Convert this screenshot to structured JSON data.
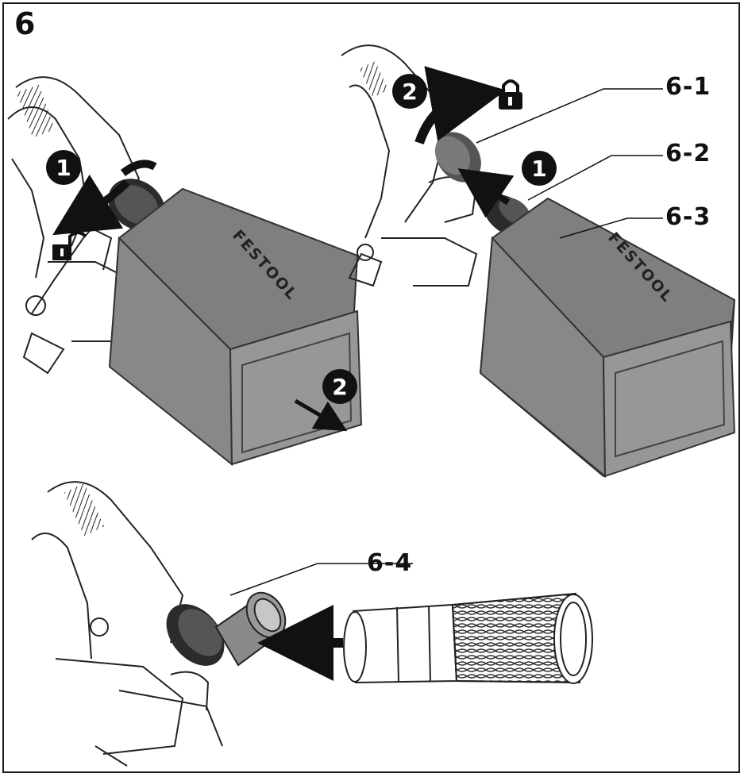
{
  "figure_number": "6",
  "callouts": {
    "c61": "6-1",
    "c62": "6-2",
    "c63": "6-3",
    "c64": "6-4"
  },
  "steps": {
    "left_step1": "1",
    "left_step2": "2",
    "right_step1": "1",
    "right_step2": "2"
  },
  "brand": "FESTOOL",
  "icons": {
    "lock": "lock-closed-icon",
    "unlock": "lock-open-icon"
  },
  "colors": {
    "box_fill": "#8c8c8c",
    "box_front": "#979797",
    "line": "#111111"
  }
}
